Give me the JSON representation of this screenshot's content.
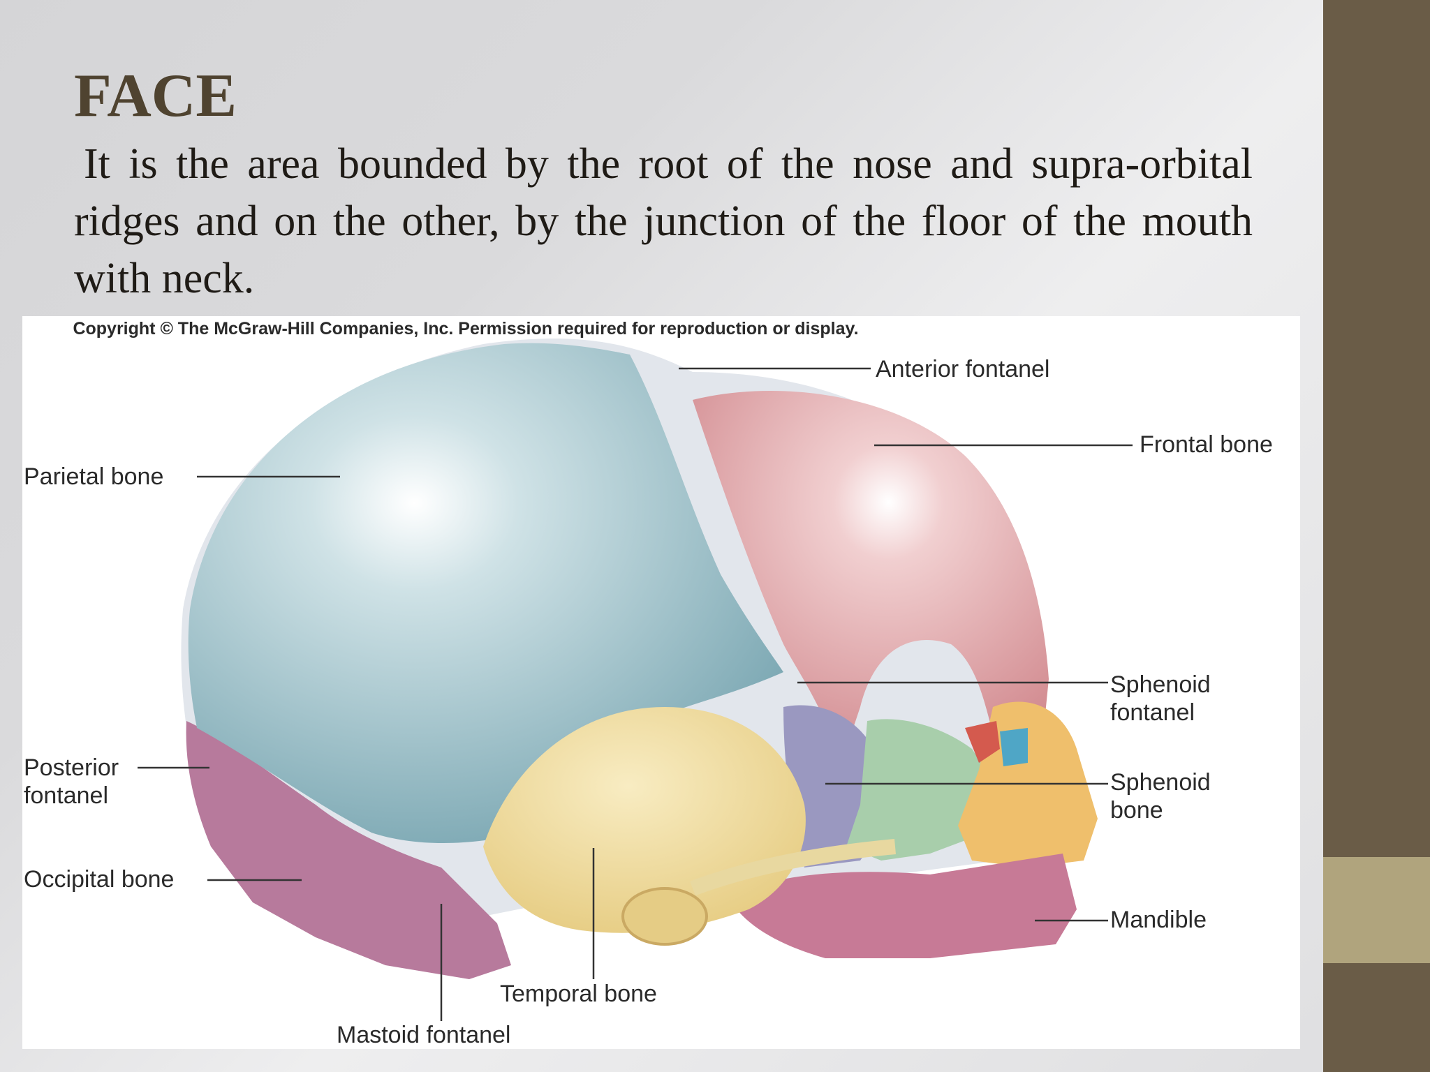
{
  "slide": {
    "title": "FACE",
    "body": "It is the area bounded by the root of the nose and supra-orbital ridges and on the other, by the junction of the floor of the mouth with neck."
  },
  "figure": {
    "copyright": "Copyright © The McGraw-Hill Companies, Inc. Permission required for reproduction or display.",
    "labels": {
      "anterior_fontanel": "Anterior fontanel",
      "frontal_bone": "Frontal bone",
      "parietal_bone": "Parietal bone",
      "sphenoid_fontanel_1": "Sphenoid",
      "sphenoid_fontanel_2": "fontanel",
      "posterior_fontanel_1": "Posterior",
      "posterior_fontanel_2": "fontanel",
      "sphenoid_bone_1": "Sphenoid",
      "sphenoid_bone_2": "bone",
      "occipital_bone": "Occipital bone",
      "mandible": "Mandible",
      "temporal_bone": "Temporal bone",
      "mastoid_fontanel": "Mastoid fontanel"
    }
  },
  "colors": {
    "sidebar": "#6a5c47",
    "sidebar_accent": "#b0a47d",
    "title": "#4f4330",
    "parietal": "#8fb8c2",
    "frontal": "#dea0a3",
    "temporal": "#ecd795",
    "sphenoid": "#9a98c0",
    "occipital": "#b77a9c",
    "mandible": "#c77a96",
    "maxilla": "#efbf6c",
    "zygomatic": "#a8ceab",
    "fontanel": "#e2e6ec"
  }
}
